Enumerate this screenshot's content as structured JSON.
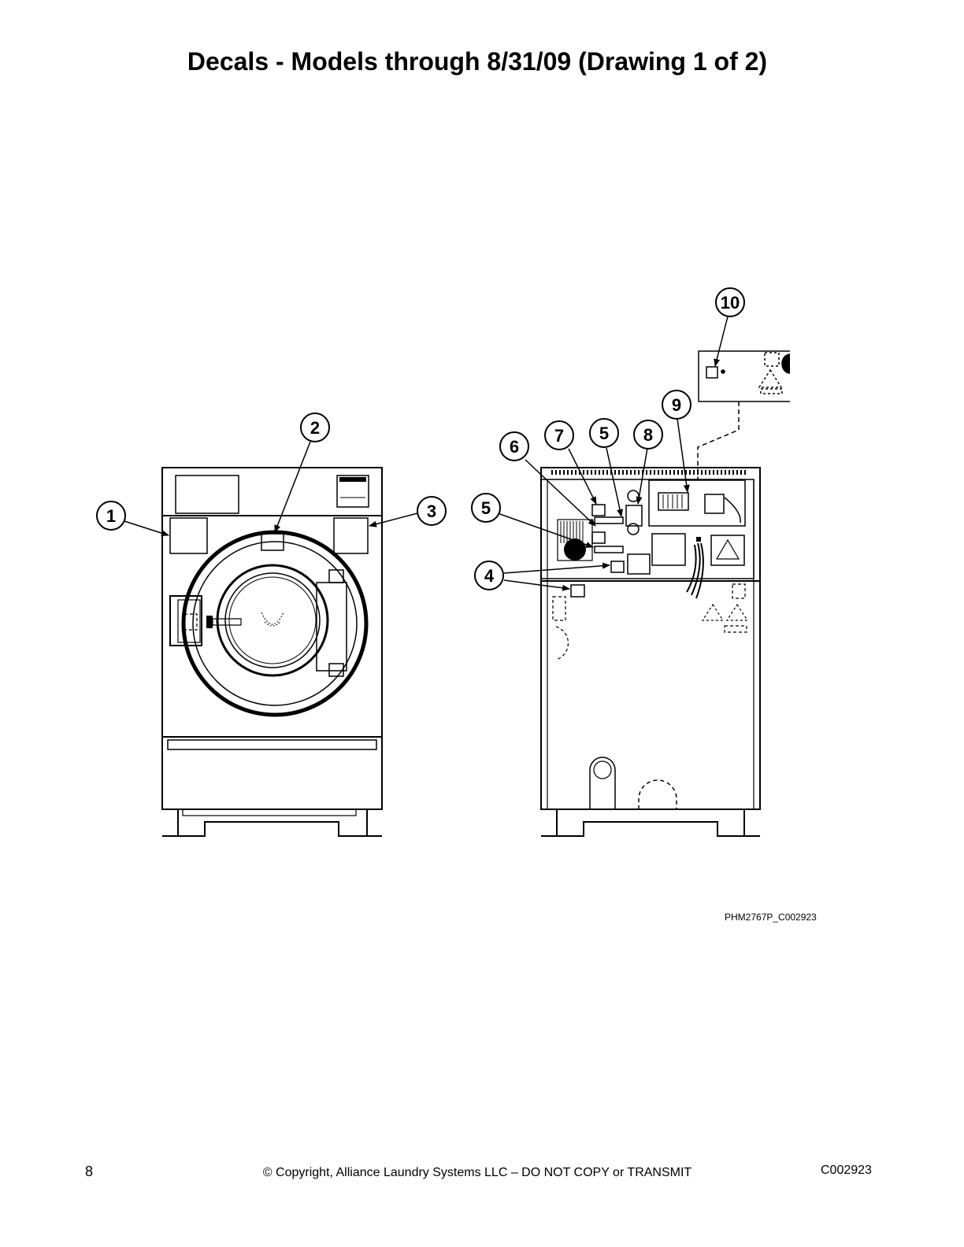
{
  "page": {
    "title": "Decals - Models through 8/31/09 (Drawing 1 of 2)",
    "figure_id": "PHM2767P_C002923",
    "footer": {
      "page_number": "8",
      "copyright": "© Copyright, Alliance Laundry Systems LLC – DO NOT COPY or TRANSMIT",
      "doc_code": "C002923"
    }
  },
  "callouts": {
    "c1": "1",
    "c2": "2",
    "c3": "3",
    "c4": "4",
    "c5a": "5",
    "c5b": "5",
    "c6": "6",
    "c7": "7",
    "c8": "8",
    "c9": "9",
    "c10": "10"
  }
}
